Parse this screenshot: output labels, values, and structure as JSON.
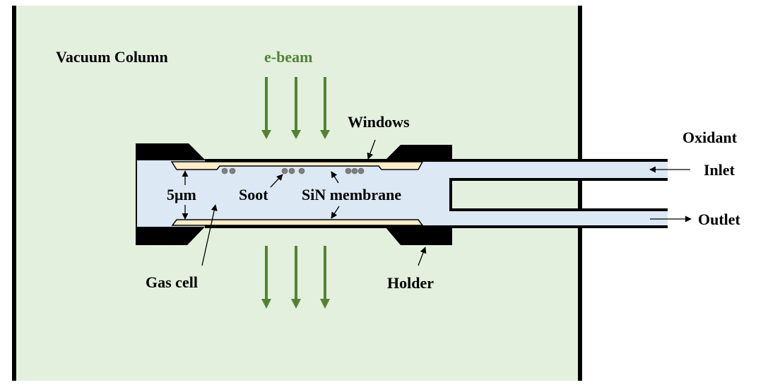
{
  "labels": {
    "vacuum_column": "Vacuum Column",
    "e_beam": "e-beam",
    "windows": "Windows",
    "oxidant": "Oxidant",
    "inlet": "Inlet",
    "outlet": "Outlet",
    "thickness": "5μm",
    "soot": "Soot",
    "sin_membrane": "SiN membrane",
    "gas_cell": "Gas cell",
    "holder": "Holder"
  },
  "colors": {
    "vacuum_bg": "#e3f0de",
    "gas": "#dce8f4",
    "window": "#fdedc9",
    "holder": "#000000",
    "beam": "#548235",
    "soot": "#7f7f7f"
  },
  "components": {
    "e_beam_arrow_count_top": 3,
    "e_beam_arrow_count_bottom": 3,
    "soot_particle_groups": [
      2,
      2,
      1,
      3
    ]
  }
}
